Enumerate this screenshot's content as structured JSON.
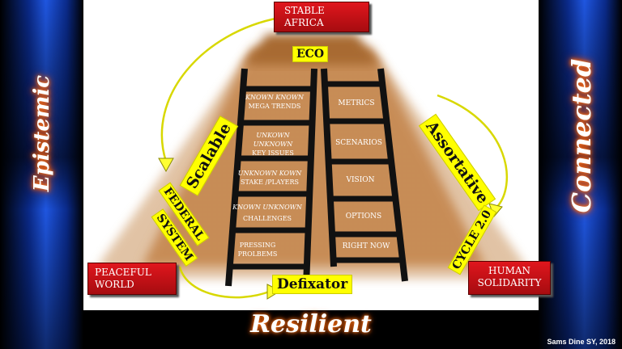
{
  "side_words": {
    "left": "Epistemic",
    "right": "Connected",
    "bottom": "Resilient"
  },
  "credit": "Sams Dine SY, 2018",
  "boxes": {
    "top": {
      "line1": "STABLE",
      "line2": "AFRICA"
    },
    "left": {
      "line1": "PEACEFUL",
      "line2": "WORLD"
    },
    "right": {
      "line1": "HUMAN",
      "line2": "SOLIDARITY"
    }
  },
  "labels": {
    "eco": "ECO",
    "defixator": "Defixator",
    "scalable": "Scalable",
    "assortative": "Assortative",
    "federal": "FEDERAL",
    "system": "SYSTEM",
    "cycle": "CYCLE 2.0"
  },
  "left_ladder": [
    {
      "italic": "KNOWN KNOWN",
      "text": "MEGA TRENDS"
    },
    {
      "italic": "UNKOWN UNKNOWN",
      "text": "KEY ISSUES"
    },
    {
      "italic": "UNKNOWN KOWN",
      "text": "STAKE /PLAYERS"
    },
    {
      "italic": "KNOWN UNKNOWN",
      "text": "CHALLENGES"
    },
    {
      "italic": "",
      "text": "PRESSING PROLBEMS"
    }
  ],
  "right_ladder": [
    "METRICS",
    "SCENARIOS",
    "VISION",
    "OPTIONS",
    "RIGHT NOW"
  ],
  "colors": {
    "box_red": "#d01219",
    "label_yellow": "#ffff00",
    "glow_orange": "#ff6a00",
    "side_blue": "#1f56e0"
  }
}
